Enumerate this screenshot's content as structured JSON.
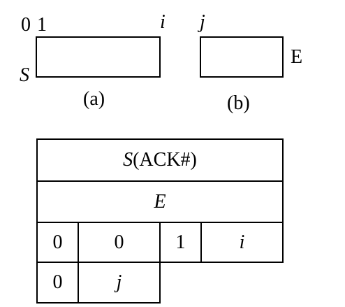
{
  "fig_a": {
    "top_label_0": "0",
    "top_label_1": "1",
    "top_label_i": "i",
    "side_label": "S",
    "caption": "(a)"
  },
  "fig_b": {
    "top_label_j": "j",
    "side_label": "E",
    "caption": "(b)"
  },
  "table": {
    "row1": {
      "italic_part": "S",
      "normal_part": "(ACK#)"
    },
    "row2": "E",
    "row3": [
      "0",
      "0",
      "1",
      "i"
    ],
    "row4": [
      "0",
      "j"
    ]
  }
}
